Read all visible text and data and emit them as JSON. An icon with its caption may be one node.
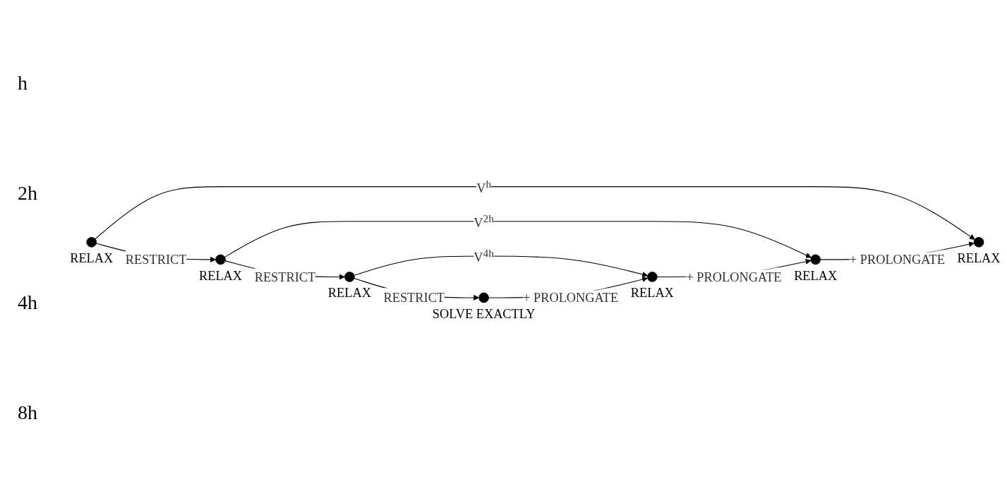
{
  "diagram": {
    "nodes": [
      {
        "text": [],
        "shape": "circle",
        "beside": [
          "RELAX"
        ]
      },
      {
        "text": [],
        "shape": "circle",
        "beside": [
          "RELAX"
        ]
      },
      {
        "text": [],
        "shape": "circle",
        "beside": [
          "RELAX"
        ]
      },
      {
        "text": [],
        "shape": "circle",
        "beside": [
          "SOLVE EXACTLY"
        ]
      },
      {
        "text": [],
        "shape": "circle",
        "beside": [
          "RELAX"
        ]
      },
      {
        "text": [],
        "shape": "circle",
        "beside": [
          "RELAX"
        ]
      },
      {
        "text": [],
        "shape": "circle",
        "beside": [
          "RELAX"
        ]
      }
    ],
    "edges": [
      {
        "from": 0,
        "to": 6,
        "arrow": "to",
        "label": "V$^{h}$"
      },
      {
        "from": 0,
        "to": 1,
        "arrow": "to",
        "label": "RESTRICT"
      },
      {
        "from": 1,
        "to": 5,
        "arrow": "to",
        "label": "V$^{2h}$"
      },
      {
        "from": 1,
        "to": 2,
        "arrow": "to",
        "label": "RESTRICT"
      },
      {
        "from": 2,
        "to": 4,
        "arrow": "to",
        "label": "V$^{4h}$"
      },
      {
        "from": 2,
        "to": 3,
        "arrow": "to",
        "label": "RESTRICT"
      },
      {
        "from": 3,
        "to": 4,
        "arrow": "to",
        "label": "+ PROLONGATE"
      },
      {
        "from": 4,
        "to": 5,
        "arrow": "to",
        "label": "+ PROLONGATE"
      },
      {
        "from": 5,
        "to": 6,
        "arrow": "to",
        "label": "+ PROLONGATE"
      }
    ],
    "labels": [
      "h",
      "2h",
      "4h",
      "8h"
    ]
  }
}
